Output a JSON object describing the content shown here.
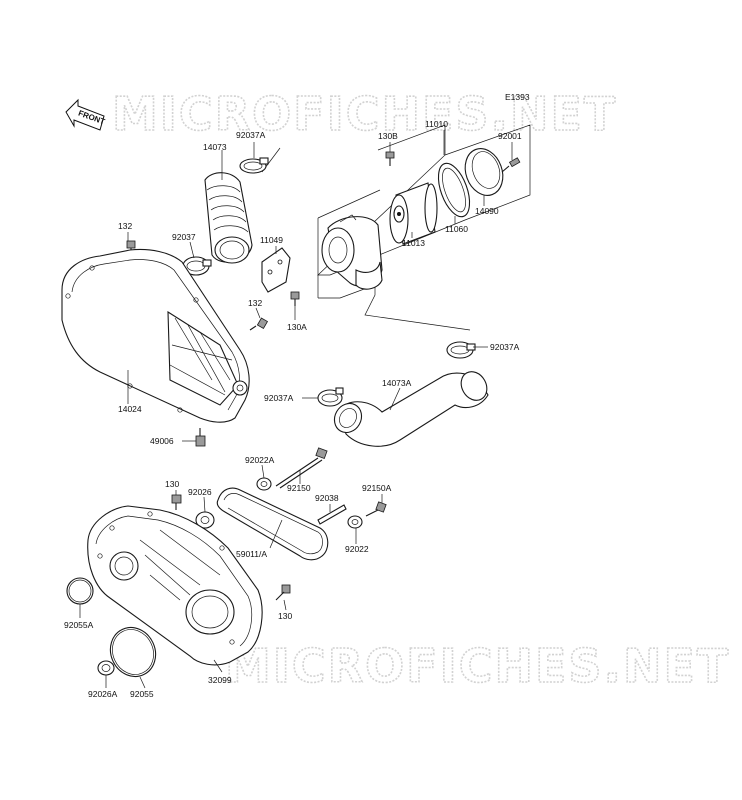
{
  "diagram": {
    "code": "E1393",
    "front_label": "FRONT",
    "watermarks": [
      "MICROFICHES.NET",
      "MICROFICHES.NET"
    ],
    "parts": {
      "p92037a_top": "92037A",
      "p14073": "14073",
      "p130b": "130B",
      "p11010": "11010",
      "p92001": "92001",
      "p132_top": "132",
      "p92037": "92037",
      "p11049": "11049",
      "p11013": "11013",
      "p11060": "11060",
      "p14090": "14090",
      "p132_mid": "132",
      "p130a": "130A",
      "p92037a_right": "92037A",
      "p92037a_mid": "92037A",
      "p14073a": "14073A",
      "p14024": "14024",
      "p49006": "49006",
      "p92022a": "92022A",
      "p92150": "92150",
      "p130_top": "130",
      "p92026": "92026",
      "p92038": "92038",
      "p92150a": "92150A",
      "p59011a": "59011/A",
      "p92022": "92022",
      "p130_bot": "130",
      "p92055a": "92055A",
      "p92026a": "92026A",
      "p92055": "92055",
      "p32099": "32099"
    }
  }
}
